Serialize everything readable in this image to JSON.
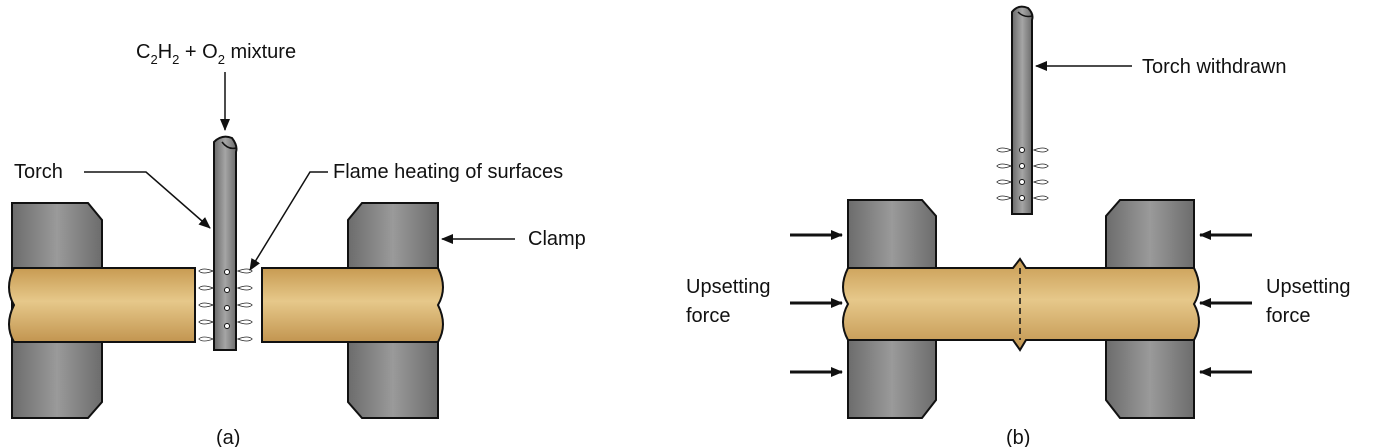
{
  "panel_a": {
    "gas_label": {
      "c": "C",
      "c_sub": "2",
      "h": "H",
      "h_sub": "2",
      "plus": " + O",
      "o_sub": "2",
      "rest": " mixture"
    },
    "torch_label": "Torch",
    "flame_label": "Flame heating of surfaces",
    "clamp_label": "Clamp",
    "caption": "(a)"
  },
  "panel_b": {
    "torch_label": "Torch withdrawn",
    "force_left_line1": "Upsetting",
    "force_left_line2": "force",
    "force_right_line1": "Upsetting",
    "force_right_line2": "force",
    "caption": "(b)"
  },
  "colors": {
    "clamp": "#8a8a8a",
    "clamp_shadow": "#5a5a5a",
    "rod": "#d9b46a",
    "rod_shadow": "#b88f45",
    "torch": "#8c8c8c",
    "line": "#111111"
  }
}
